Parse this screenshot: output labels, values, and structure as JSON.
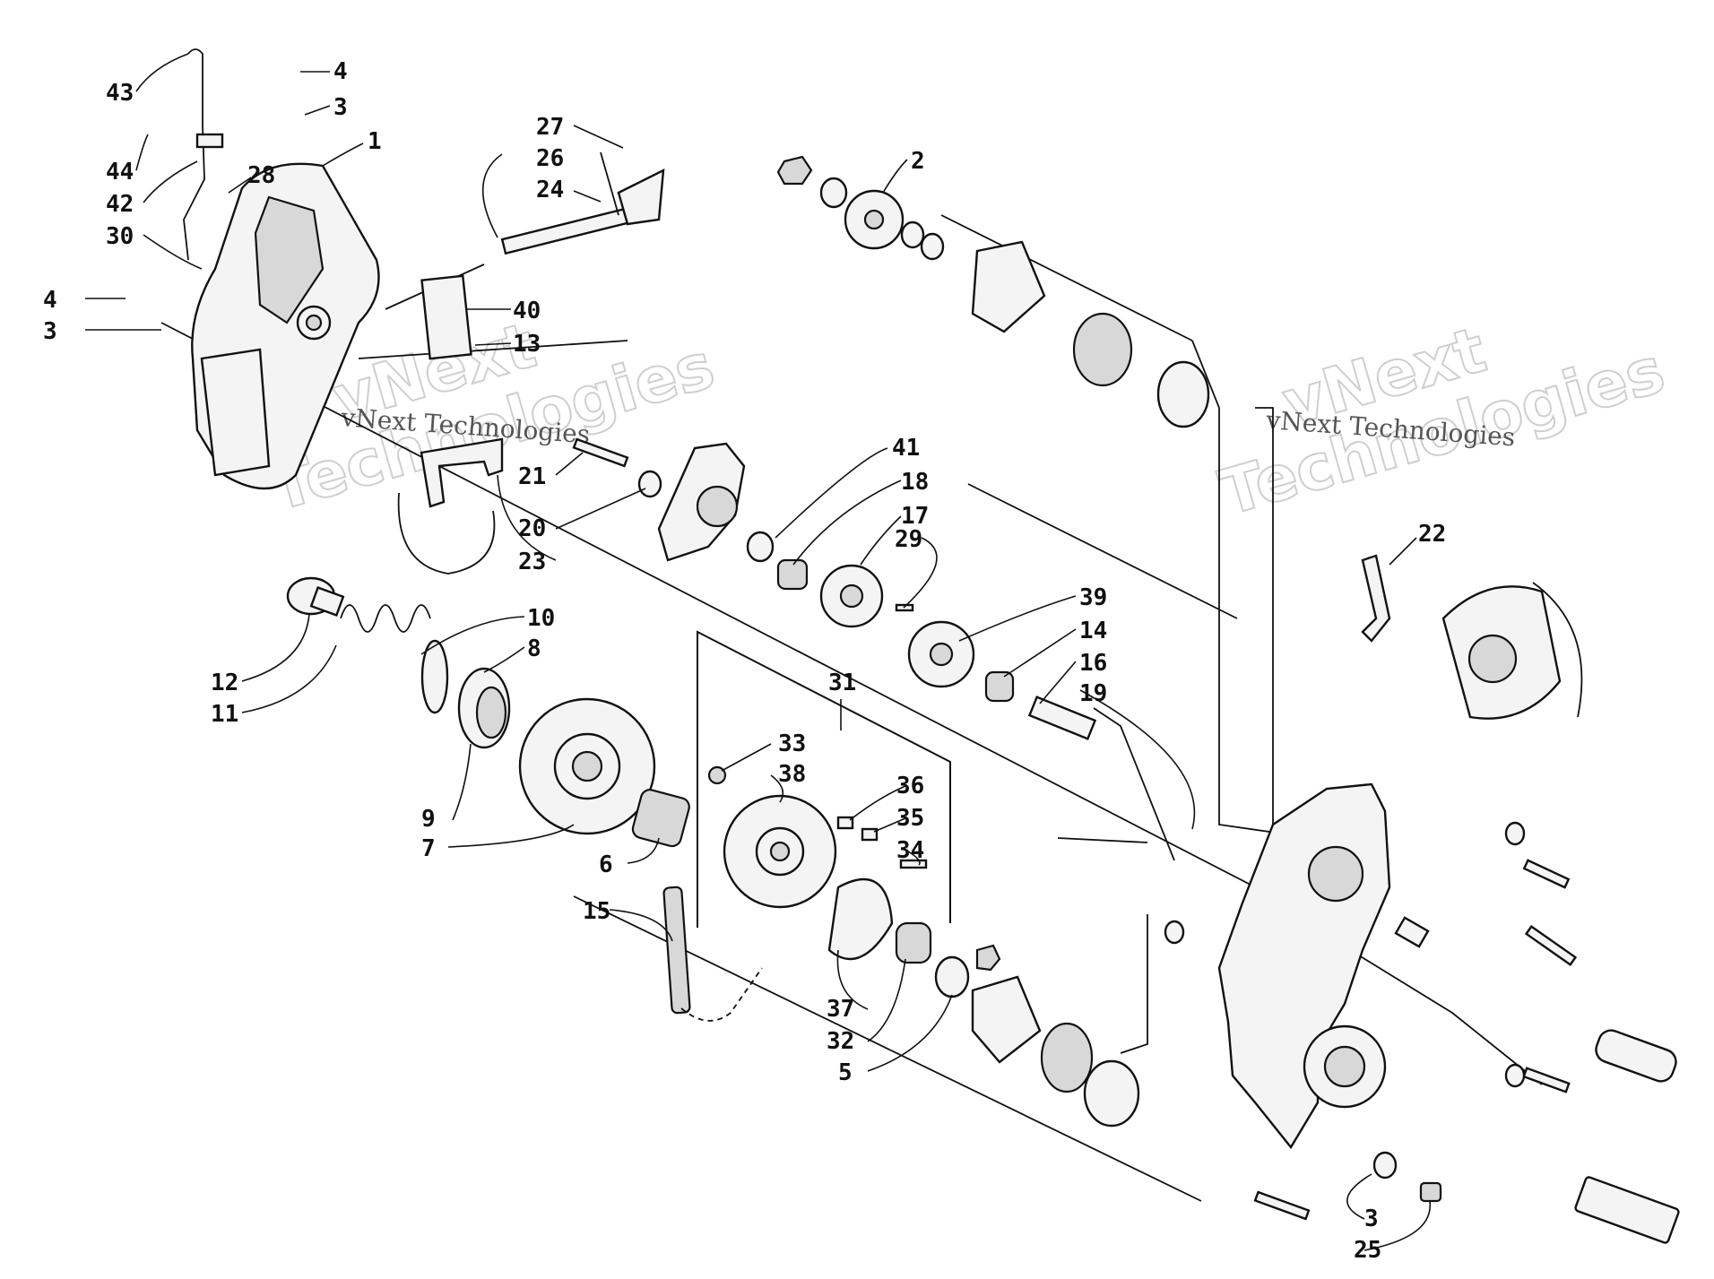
{
  "watermark": {
    "word1": "vNext",
    "word2": "Technologies",
    "line": "vNext Technologies"
  },
  "callouts": {
    "n1": "1",
    "n2": "2",
    "n3a": "3",
    "n3b": "3",
    "n3c": "3",
    "n4a": "4",
    "n4b": "4",
    "n5": "5",
    "n6": "6",
    "n7": "7",
    "n8": "8",
    "n9": "9",
    "n10": "10",
    "n11": "11",
    "n12": "12",
    "n13": "13",
    "n14": "14",
    "n15": "15",
    "n16": "16",
    "n17": "17",
    "n18": "18",
    "n19": "19",
    "n20": "20",
    "n21": "21",
    "n22": "22",
    "n23": "23",
    "n24": "24",
    "n25": "25",
    "n26": "26",
    "n27": "27",
    "n28": "28",
    "n29": "29",
    "n30": "30",
    "n31": "31",
    "n32": "32",
    "n33": "33",
    "n34": "34",
    "n35": "35",
    "n36": "36",
    "n37": "37",
    "n38": "38",
    "n39": "39",
    "n40": "40",
    "n41": "41",
    "n42": "42",
    "n43": "43",
    "n44": "44"
  }
}
